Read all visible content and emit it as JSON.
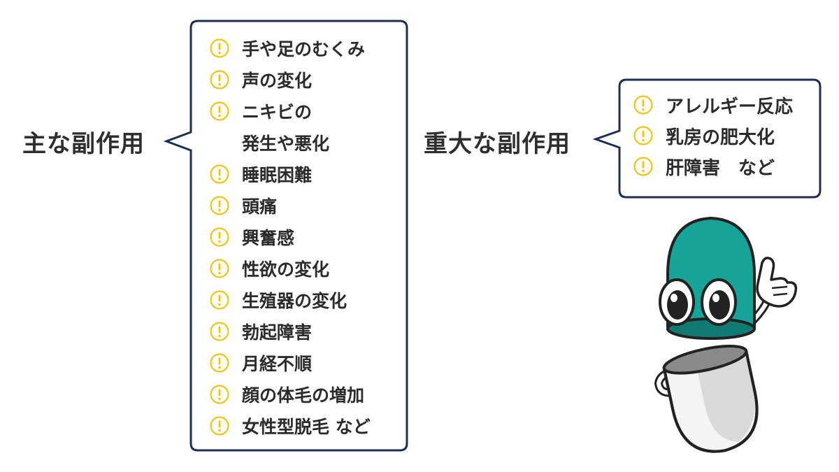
{
  "main_side_effects": {
    "heading": "主な副作用",
    "items": [
      "手や足のむくみ",
      "声の変化",
      "ニキビの",
      "発生や悪化",
      "睡眠困難",
      "頭痛",
      "興奮感",
      "性欲の変化",
      "生殖器の変化",
      "勃起障害",
      "月経不順",
      "顔の体毛の増加",
      "女性型脱毛 など"
    ]
  },
  "serious_side_effects": {
    "heading": "重大な副作用",
    "items": [
      "アレルギー反応",
      "乳房の肥大化",
      "肝障害　など"
    ]
  },
  "colors": {
    "bubble_border": "#1f2d56",
    "warning_icon": "#f0c419",
    "text": "#2b2b2b",
    "capsule_top": "#17a397",
    "capsule_bottom": "#d9d9d9"
  },
  "icons": {
    "item_marker": "warning-circle-icon",
    "mascot": "capsule-mascot"
  }
}
